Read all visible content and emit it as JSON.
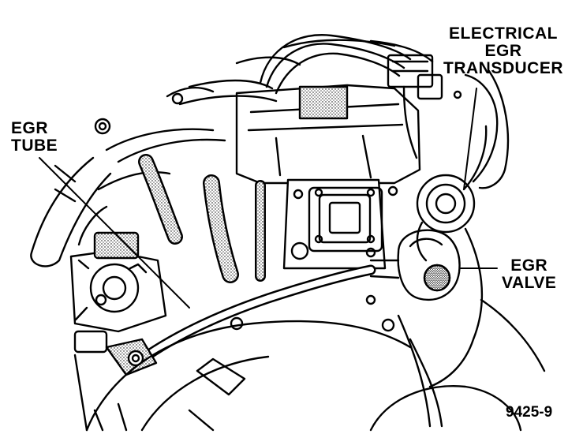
{
  "labels": {
    "transducer": [
      "ELECTRICAL",
      "EGR",
      "TRANSDUCER"
    ],
    "tube": [
      "EGR",
      "TUBE"
    ],
    "valve": [
      "EGR",
      "VALVE"
    ]
  },
  "figure_id": "9425-9",
  "colors": {
    "ink": "#000000",
    "paper": "#ffffff"
  }
}
